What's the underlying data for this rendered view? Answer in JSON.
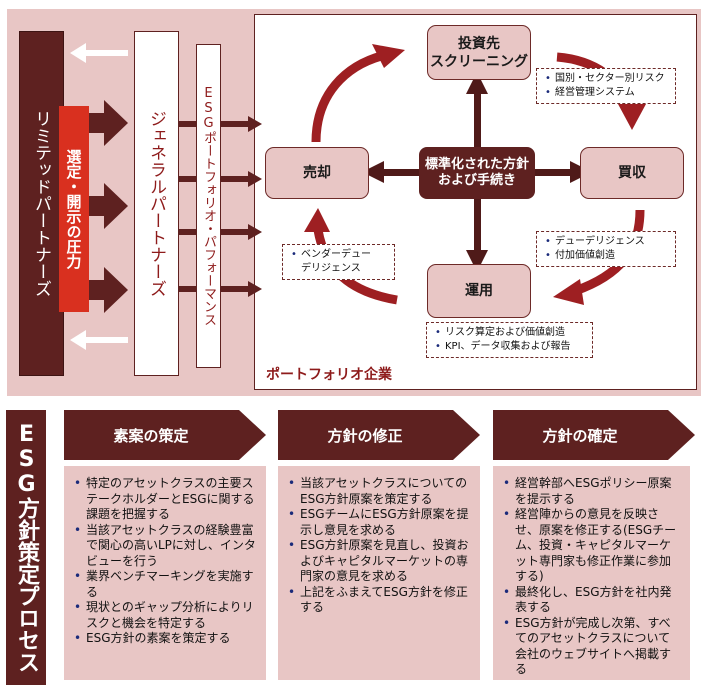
{
  "top_diagram": {
    "limited_partners": "リミテッドパートナーズ",
    "pressure": "選定・開示の圧力",
    "general_partners": "ジェネラルパートナーズ",
    "esg_portfolio_performance": "ESGポートフォリオ・パフォーマンス",
    "portfolio_companies": "ポートフォリオ企業",
    "center": {
      "line1": "標準化された方針",
      "line2": "および手続き"
    },
    "stages": {
      "screening": {
        "line1": "投資先",
        "line2": "スクリーニング"
      },
      "acquisition": "買収",
      "operation": "運用",
      "exit": "売却"
    },
    "notes": {
      "screening": [
        "国別・セクター別リスク",
        "経営管理システム"
      ],
      "acquisition": [
        "デューデリジェンス",
        "付加価値創造"
      ],
      "operation": [
        "リスク算定および価値創造",
        "KPI、データ収集および報告"
      ],
      "exit": [
        "ベンダーデュー",
        "デリジェンス"
      ]
    },
    "colors": {
      "panel": "#e8c6c5",
      "dark": "#5e2120",
      "accent_red": "#d9301f",
      "cycle_arrow": "#9e1f22"
    }
  },
  "bottom_process": {
    "title": "ESG方針策定プロセス",
    "steps": [
      {
        "title": "素案の策定",
        "items": [
          "特定のアセットクラスの主要ステークホルダーとESGに関する課題を把握する",
          "当該アセットクラスの経験豊富で関心の高いLPに対し、インタビューを行う",
          "業界ベンチマーキングを実施する",
          "現状とのギャップ分析によりリスクと機会を特定する",
          "ESG方針の素案を策定する"
        ]
      },
      {
        "title": "方針の修正",
        "items": [
          "当該アセットクラスについてのESG方針原案を策定する",
          "ESGチームにESG方針原案を提示し意見を求める",
          "ESG方針原案を見直し、投資およびキャピタルマーケットの専門家の意見を求める",
          "上記をふまえてESG方針を修正する"
        ]
      },
      {
        "title": "方針の確定",
        "items": [
          "経営幹部へESGポリシー原案を提示する",
          "経営陣からの意見を反映させ、原案を修正する(ESGチーム、投資・キャピタルマーケット専門家も修正作業に参加する)",
          "最終化し、ESG方針を社内発表する",
          "ESG方針が完成し次第、すべてのアセットクラスについて会社のウェブサイトへ掲載する"
        ]
      }
    ]
  }
}
